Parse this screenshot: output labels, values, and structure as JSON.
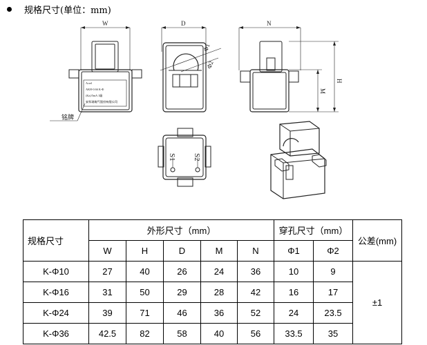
{
  "heading": "规格尺寸(单位：mm)",
  "drawing": {
    "dim_w": "W",
    "dim_d": "D",
    "dim_n": "N",
    "dim_h": "H",
    "dim_m": "M",
    "dim_phi1": "Φ1",
    "dim_phi2": "Φ2",
    "nameplate_callout": "铭牌",
    "nameplate_lines": [
      "Acrel",
      "AKH-0.66 K-Φ",
      "(Ka)/5mA 1级",
      "安科瑞电气股份有限公司"
    ],
    "terminal_s1": "S1",
    "terminal_s2": "S2"
  },
  "table": {
    "header_spec": "规格尺寸",
    "header_outer": "外形尺寸（mm）",
    "header_hole": "穿孔尺寸（mm）",
    "header_tolerance": "公差(mm)",
    "columns": [
      "W",
      "H",
      "D",
      "M",
      "N",
      "Φ1",
      "Φ2"
    ],
    "rows": [
      {
        "model": "K-Φ10",
        "values": [
          "27",
          "40",
          "26",
          "24",
          "36",
          "10",
          "9"
        ]
      },
      {
        "model": "K-Φ16",
        "values": [
          "31",
          "50",
          "29",
          "28",
          "42",
          "16",
          "17"
        ]
      },
      {
        "model": "K-Φ24",
        "values": [
          "39",
          "71",
          "46",
          "36",
          "52",
          "24",
          "23.5"
        ]
      },
      {
        "model": "K-Φ36",
        "values": [
          "42.5",
          "82",
          "58",
          "40",
          "56",
          "33.5",
          "35"
        ]
      }
    ],
    "tolerance": "±1"
  }
}
